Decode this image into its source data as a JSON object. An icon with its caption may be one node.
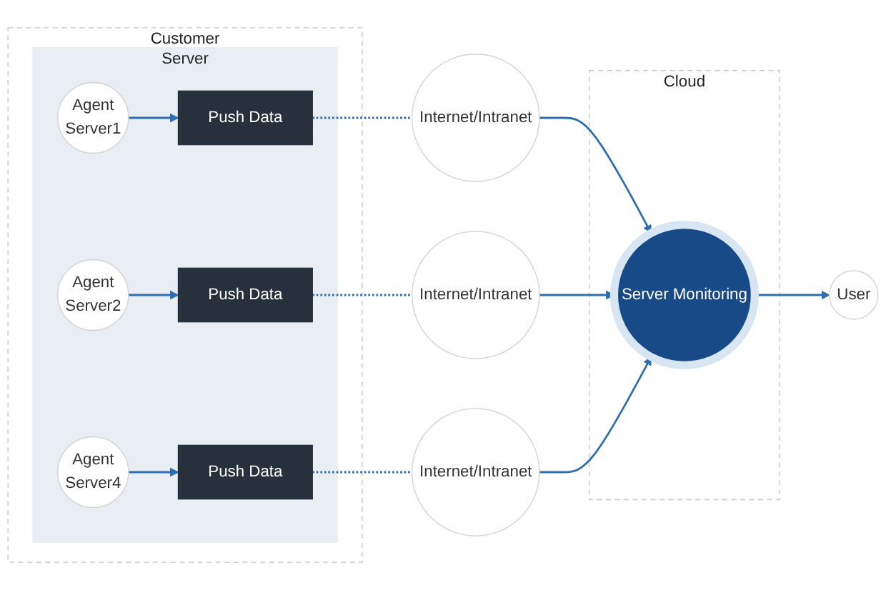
{
  "diagram": {
    "nodes": [
      {
        "text": [
          "Customer"
        ]
      },
      {
        "text": [
          "Server"
        ],
        "in": 0
      },
      {
        "text": [
          "Agent",
          "Server1"
        ],
        "in": 1
      },
      {
        "text": [
          "Push Data"
        ],
        "in": 1
      },
      {
        "text": [
          "Agent",
          "Server2"
        ],
        "in": 1
      },
      {
        "text": [
          "Push Data"
        ],
        "in": 1
      },
      {
        "text": [
          "Agent",
          "Server4"
        ],
        "in": 1
      },
      {
        "text": [
          "Push Data"
        ],
        "in": 1
      },
      {
        "text": [
          "Internet/Intranet"
        ]
      },
      {
        "text": [
          "Internet/Intranet"
        ]
      },
      {
        "text": [
          "Internet/Intranet"
        ]
      },
      {
        "text": [
          "Cloud"
        ]
      },
      {
        "text": [
          "Server Monitoring"
        ],
        "in": 11
      },
      {
        "text": [
          "User"
        ]
      }
    ],
    "edges": [
      {
        "from": 2,
        "to": 3,
        "arrow": "to"
      },
      {
        "from": 3,
        "to": 8,
        "arrow": "none",
        "style": "dashed"
      },
      {
        "from": 8,
        "to": 12,
        "arrow": "to"
      },
      {
        "from": 4,
        "to": 5,
        "arrow": "to"
      },
      {
        "from": 5,
        "to": 9,
        "arrow": "none",
        "style": "dashed"
      },
      {
        "from": 9,
        "to": 12,
        "arrow": "to"
      },
      {
        "from": 6,
        "to": 7,
        "arrow": "to"
      },
      {
        "from": 7,
        "to": 10,
        "arrow": "none",
        "style": "dashed"
      },
      {
        "from": 10,
        "to": 12,
        "arrow": "to"
      },
      {
        "from": 12,
        "to": 13,
        "arrow": "to"
      }
    ]
  }
}
